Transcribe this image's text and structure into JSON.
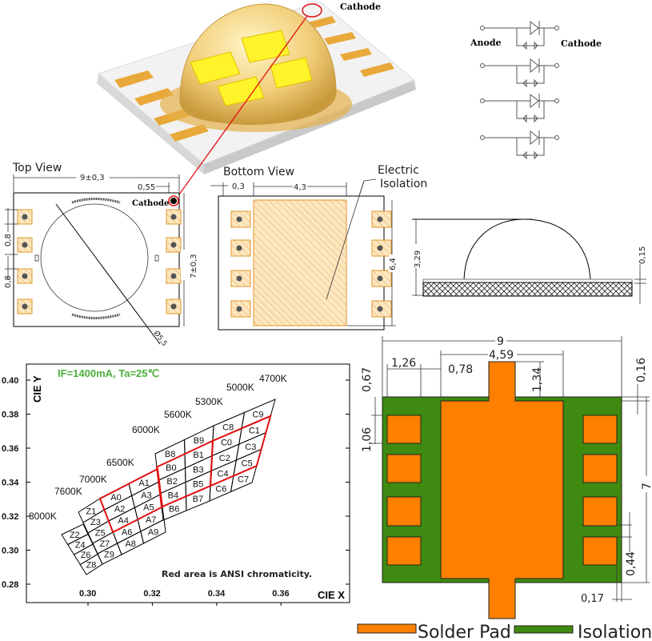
{
  "photo": {
    "cathode_label": "Cathode"
  },
  "circuit": {
    "anode_label": "Anode",
    "cathode_label": "Cathode",
    "chip_count": 4
  },
  "top_view": {
    "title": "Top View",
    "width_dim": "9±0,3",
    "offset_dim": "0,55",
    "height_dim": "7±0,3",
    "pitch_dim_1": "0,8",
    "pitch_dim_2": "0,8",
    "lens_dim": "Ø5,5",
    "cathode_label": "Cathode"
  },
  "bottom_view": {
    "title": "Bottom View",
    "edge_dim": "0,3",
    "pad_width_dim": "4,3",
    "height_dim": "6,4",
    "callout_line1": "Electric",
    "callout_line2": "Isolation"
  },
  "side_view": {
    "height_dim": "3,29",
    "base_dim": "0,15"
  },
  "pad_layout": {
    "width_dim": "9",
    "center_pad_dim": "4,59",
    "pad_width_dim": "1,26",
    "gap_dim": "0,78",
    "tab_dim": "1,34",
    "top_margin_dim": "0,16",
    "pad_offset_dim": "0,67",
    "pad_height_dim": "1,06",
    "height_dim": "7",
    "pad_gap_dim": "0,44",
    "edge_dim": "0,17",
    "legend": [
      {
        "label": "Solder Pad",
        "color": "#ff8000"
      },
      {
        "label": "Isolation",
        "color": "#3f8a10"
      }
    ]
  },
  "chart_data": {
    "type": "scatter",
    "title": "",
    "condition": "IF=1400mA, Ta=25℃",
    "note": "Red area is ANSI chromaticity.",
    "xlabel": "CIE X",
    "ylabel": "CIE Y",
    "xlim": [
      0.28,
      0.38
    ],
    "ylim": [
      0.27,
      0.41
    ],
    "xticks": [
      "0.30",
      "0.32",
      "0.34",
      "0.36"
    ],
    "yticks": [
      "0.40",
      "0.38",
      "0.36",
      "0.34",
      "0.32",
      "0.30",
      "0.28"
    ],
    "cct_labels": [
      "4700K",
      "5000K",
      "5300K",
      "5600K",
      "6000K",
      "6500K",
      "7000K",
      "7600K",
      "8000K"
    ],
    "bin_groups": [
      {
        "name": "Z",
        "bins": [
          "Z1",
          "Z3",
          "Z5",
          "Z7",
          "Z9",
          "Z2",
          "Z4",
          "Z6",
          "Z8"
        ]
      },
      {
        "name": "A",
        "bins": [
          "A0",
          "A1",
          "A2",
          "A3",
          "A4",
          "A5",
          "A6",
          "A7",
          "A8",
          "A9"
        ]
      },
      {
        "name": "B",
        "bins": [
          "B8",
          "B9",
          "B0",
          "B1",
          "B2",
          "B3",
          "B4",
          "B5",
          "B6",
          "B7"
        ]
      },
      {
        "name": "C",
        "bins": [
          "C8",
          "C9",
          "C0",
          "C1",
          "C2",
          "C3",
          "C4",
          "C5",
          "C6",
          "C7"
        ]
      }
    ],
    "ansi_bins": [
      "A0",
      "A1",
      "A2",
      "A3",
      "A4",
      "A5",
      "B0",
      "B1",
      "B2",
      "B3",
      "B4",
      "B5",
      "C0",
      "C1",
      "C2",
      "C3",
      "C4",
      "C5"
    ],
    "ansi_color": "#e01010"
  }
}
